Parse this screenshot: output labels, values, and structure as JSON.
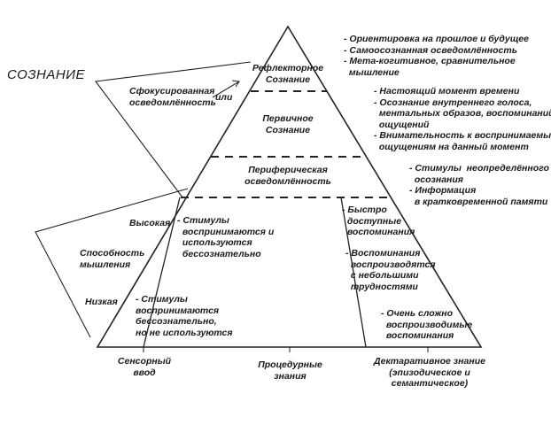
{
  "title": "СОЗНАНИЕ",
  "levels": {
    "reflective": "Рефлекторное\nСознание",
    "primary": "Первичное\nСознание",
    "peripheral": "Периферическая\nосведомлённость"
  },
  "focused_awareness": "Сфокусированная\nосведомлённость",
  "or_label": "или",
  "thinking": {
    "high": "Высокая",
    "label": "Способность\nмышления",
    "low": "Низкая"
  },
  "base_labels": {
    "sensory": "Сенсорный\nввод",
    "procedural": "Процедурные\nзнания",
    "declarative": "Дектаративное знание\n(эпизодическое и\nсемантическое)"
  },
  "notes": {
    "reflective": "- Ориентировка на прошлое и будущее\n- Самоосознанная осведомлённость\n- Мета-когитивное, сравнительное\n  мышление",
    "primary": "- Настоящий момент времени\n- Осознание внутреннего голоса,\n  ментальных образов, воспоминаний,\n  ощущений\n- Внимательность к воспринимаемым\n  ощущениям на данный момент",
    "peripheral": "- Стимулы  неопределённого\n  осознания\n- Информация\n  в кратковременной памяти",
    "stimuli_unconscious": "- Стимулы\n  воспринимаются и\n  используются\n  бессознательно",
    "stimuli_unused": "- Стимулы\nвоспринимаются\nбессознательно,\nно не используются",
    "quick_access": "- Быстро\n  доступные\n  воспоминания",
    "with_difficulty": "- Воспоминания\n  воспроизводятся\n  с небольшими\n  трудностями",
    "hard_to_recall": "- Очень сложно\n  воспроизводимые\n  воспоминания"
  }
}
